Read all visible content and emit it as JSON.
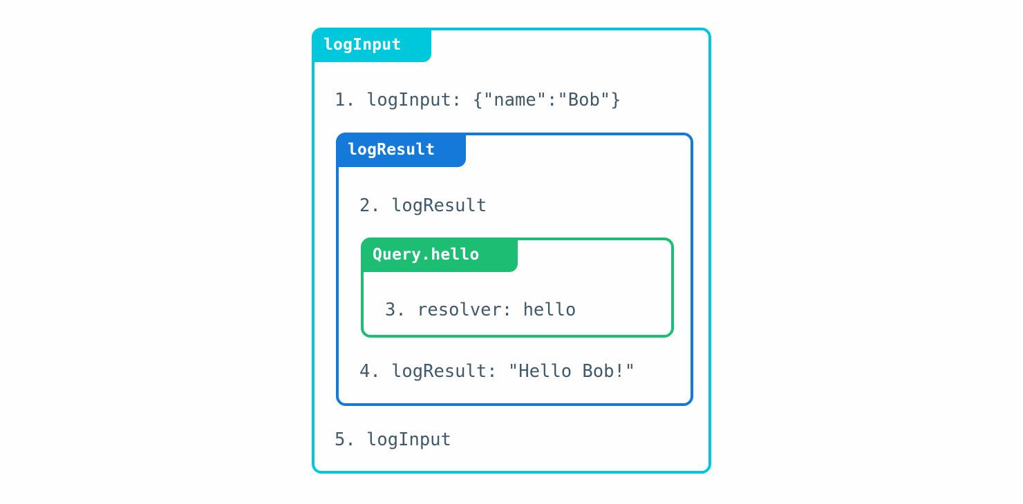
{
  "diagram": {
    "type": "nested-execution-trace",
    "background_color": "#fefefe",
    "text_color": "#40596a",
    "boxes": [
      {
        "id": "logInput",
        "badge_label": "logInput",
        "color": "#00c8dc",
        "level": 0,
        "lines": [
          {
            "number": "1.",
            "text": "1. logInput: {\"name\":\"Bob\"}"
          },
          {
            "number": "5.",
            "text": "5. logInput"
          }
        ]
      },
      {
        "id": "logResult",
        "badge_label": "logResult",
        "color": "#1479d8",
        "level": 1,
        "lines": [
          {
            "number": "2.",
            "text": "2. logResult"
          },
          {
            "number": "4.",
            "text": "4. logResult: \"Hello Bob!\""
          }
        ]
      },
      {
        "id": "Query.hello",
        "badge_label": "Query.hello",
        "color": "#1dbd73",
        "level": 2,
        "lines": [
          {
            "number": "3.",
            "text": "3. resolver: hello"
          }
        ]
      }
    ],
    "trace_order": [
      "1. logInput: {\"name\":\"Bob\"}",
      "2. logResult",
      "3. resolver: hello",
      "4. logResult: \"Hello Bob!\"",
      "5. logInput"
    ]
  }
}
